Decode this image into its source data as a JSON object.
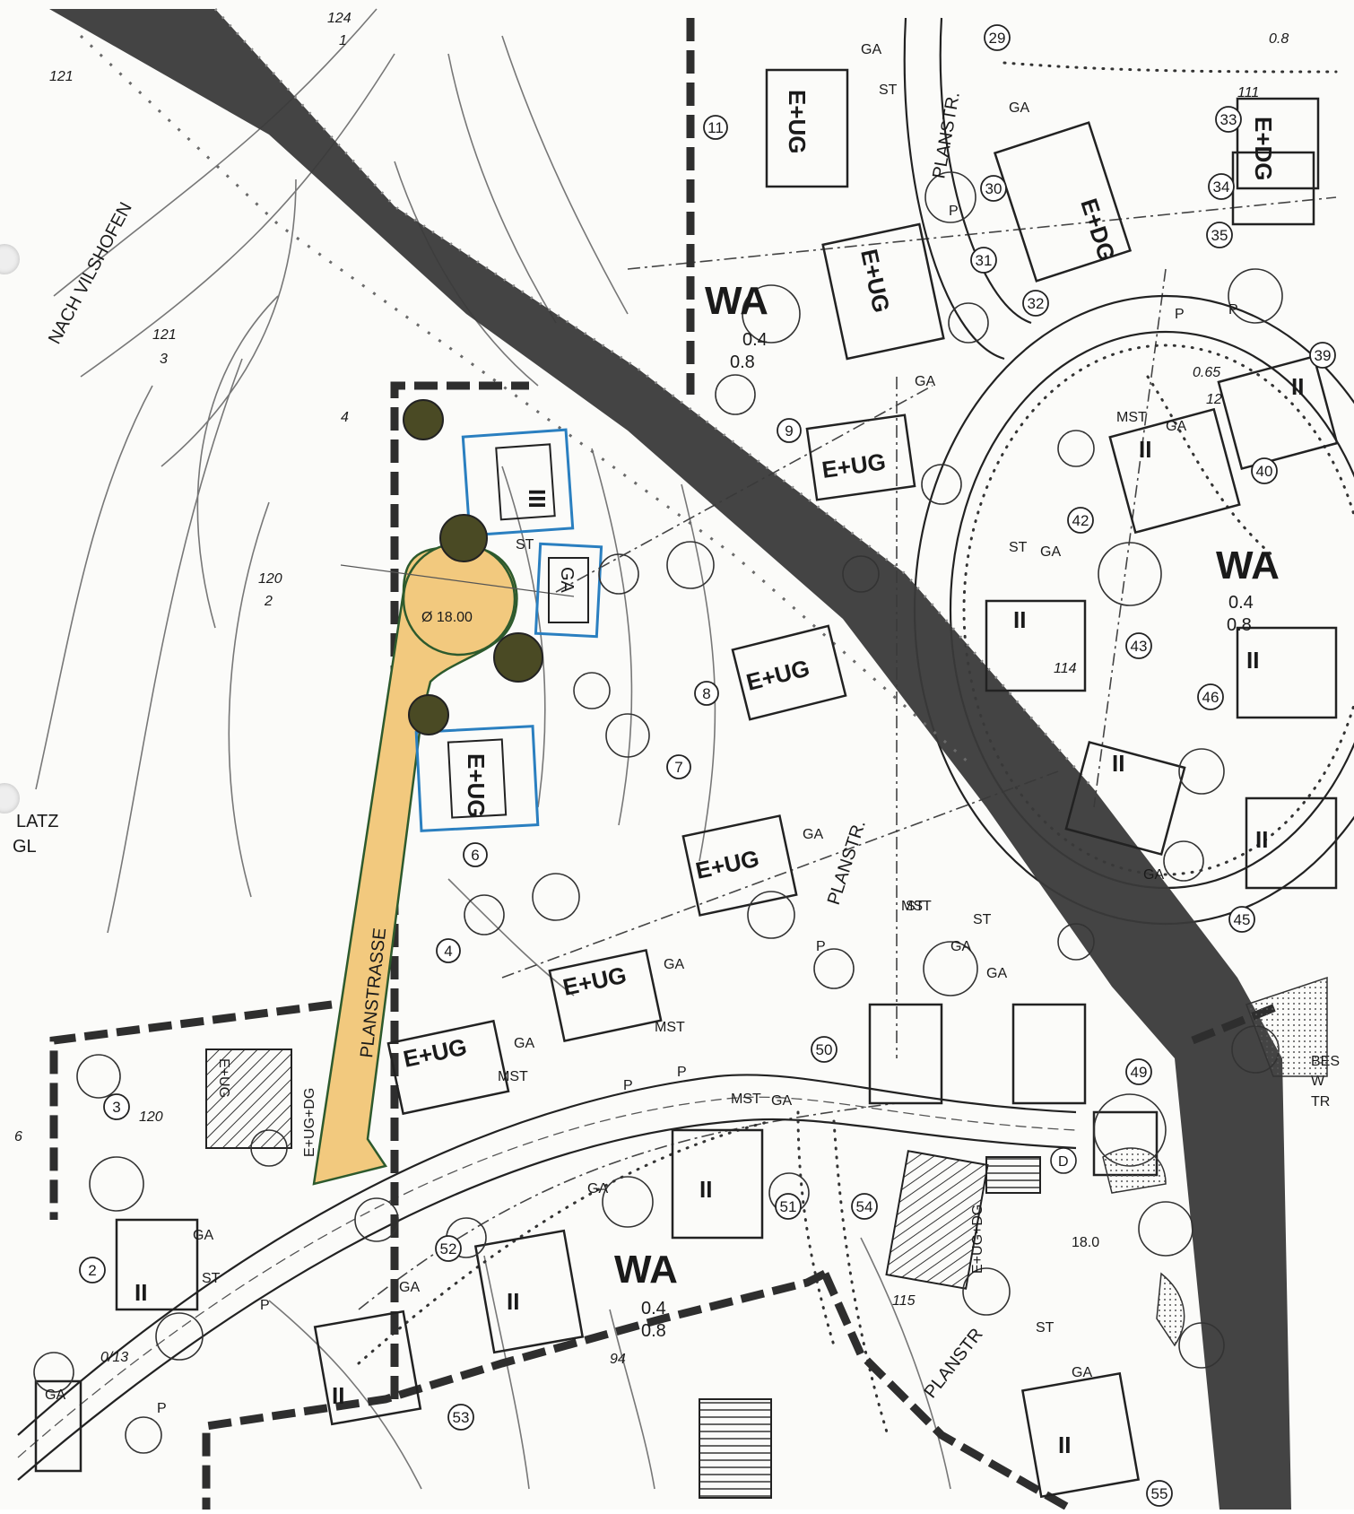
{
  "plan": {
    "zones": [
      {
        "label": "WA",
        "grz": "0.4",
        "gfz": "0.8"
      },
      {
        "label": "WA",
        "grz": "0.4",
        "gfz": "0.8"
      },
      {
        "label": "WA",
        "grz": "0.4",
        "gfz": "0.8"
      }
    ],
    "street_names": {
      "planstrasse": "PLANSTRASSE",
      "nach_vilshofen": "NACH VILSHOFEN",
      "planstr_1": "PLANSTR.",
      "planstr_2": "PLANSTR.",
      "planstr_3": "PLANSTR"
    },
    "turning_circle": "Ø 18.00",
    "turning_circle_2": "18.0",
    "house_types": {
      "e_ug": "E+UG",
      "e_dg": "E+DG",
      "e_ug_dg": "E+UG+DG",
      "roman_ii": "II",
      "roman_iii": "III"
    },
    "garage": "GA",
    "carport": "ST",
    "mst": "MST",
    "parking": "P",
    "elevations": {
      "e121a": "121",
      "e121b": "121",
      "e124": "124",
      "e120a": "120",
      "e120b": "120",
      "e115": "115",
      "e114": "114",
      "e111": "111",
      "e94": "94",
      "e6": "6",
      "e4": "4",
      "e3": "3",
      "e2": "2",
      "e1": "1",
      "e0_13": "0/13"
    },
    "extra": {
      "v065": "0.65",
      "v12": "12",
      "v08": "0.8",
      "platz": "LATZ",
      "gl": "GL",
      "bes": "BES",
      "w": "W",
      "tr": "TR",
      "d": "D"
    },
    "lots": [
      "2",
      "3",
      "4",
      "6",
      "7",
      "8",
      "9",
      "11",
      "29",
      "30",
      "31",
      "32",
      "33",
      "34",
      "35",
      "39",
      "40",
      "42",
      "43",
      "45",
      "46",
      "49",
      "50",
      "51",
      "52",
      "53",
      "54",
      "55"
    ]
  },
  "colors": {
    "highway": "#3a3a3a",
    "planstrasse_fill": "#f2c97e",
    "blue_outline": "#2a7fc0",
    "tree": "#4a4a24",
    "boundary": "#2e2e2e"
  }
}
